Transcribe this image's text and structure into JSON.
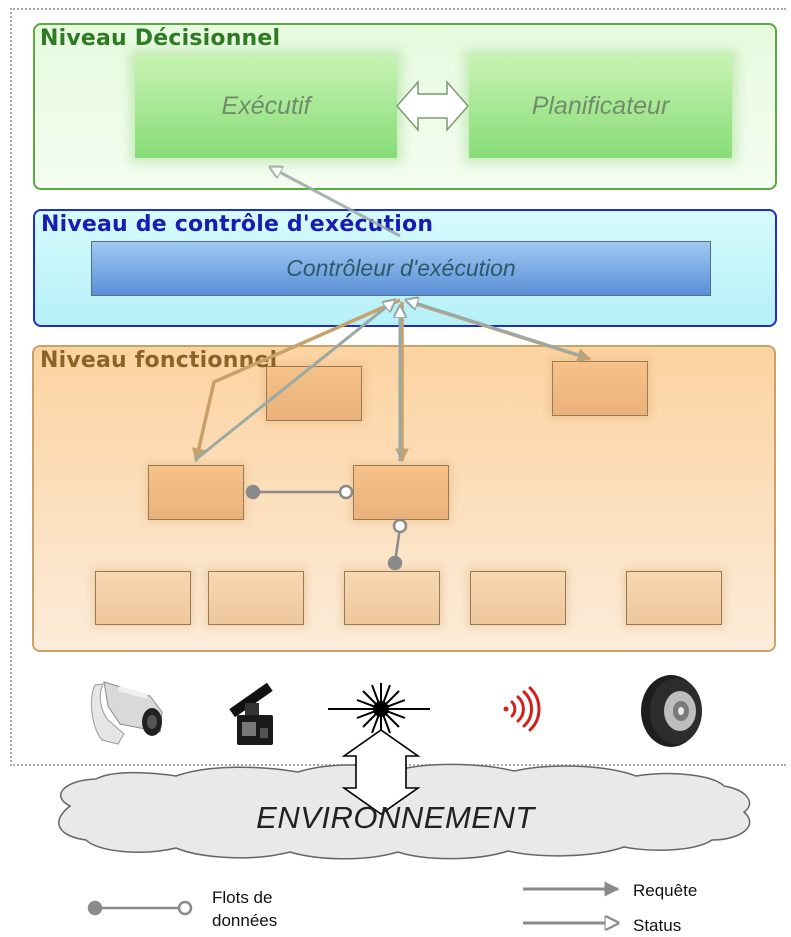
{
  "levels": {
    "decision": {
      "title": "Niveau Décisionnel",
      "executive": "Exécutif",
      "planner": "Planificateur"
    },
    "control": {
      "title": "Niveau de contrôle d'exécution",
      "controller": "Contrôleur d'exécution"
    },
    "functional": {
      "title": "Niveau fonctionnel"
    }
  },
  "environment": {
    "label": "ENVIRONNEMENT"
  },
  "sensors": [
    "camera-icon",
    "pan-tilt-unit-icon",
    "laser-icon",
    "rfid-signal-icon",
    "wheel-icon"
  ],
  "legend": {
    "data_flow_line1": "Flots de",
    "data_flow_line2": "données",
    "request": "Requête",
    "status": "Status"
  },
  "colors": {
    "decision_title": "#2d7a22",
    "control_title": "#1a1ab4",
    "functional_title": "#8a6328",
    "request_arrow": "#c8a06a",
    "status_arrow": "#9aa9a4",
    "data_link": "#8a8a8a"
  }
}
